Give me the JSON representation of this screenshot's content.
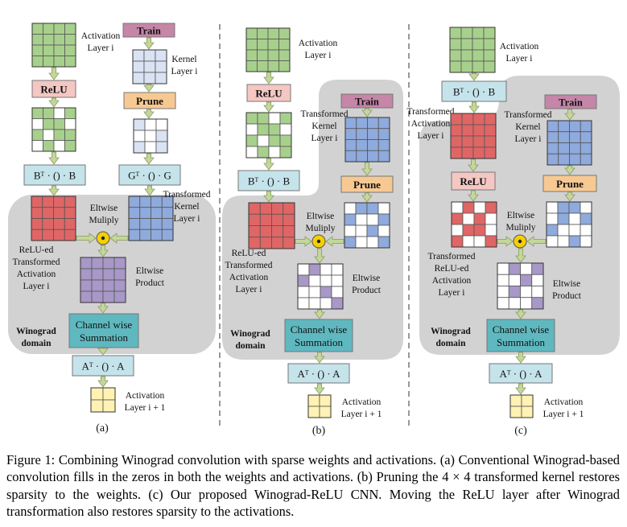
{
  "labels": {
    "activation_layer_i": [
      "Activation",
      "Layer i"
    ],
    "kernel_layer_i": [
      "Kernel",
      "Layer i"
    ],
    "transformed_kernel": [
      "Transformed",
      "Kernel",
      "Layer i"
    ],
    "relu": "ReLU",
    "train": "Train",
    "prune": "Prune",
    "b_transform": "Bᵀ · () · B",
    "g_transform": "Gᵀ · () · G",
    "a_transform": "Aᵀ · () · A",
    "eltwise_multiply": [
      "Eltwise",
      "Muliply"
    ],
    "eltwise_product": [
      "Eltwise",
      "Product"
    ],
    "relu_ed_transformed": [
      "ReLU-ed",
      "Transformed",
      "Activation",
      "Layer i"
    ],
    "transformed_relu_ed": [
      "Transformed",
      "ReLU-ed",
      "Activation",
      "Layer i"
    ],
    "transformed_activation": [
      "Transformed",
      "Activation",
      "Layer i"
    ],
    "channel_wise": [
      "Channel wise",
      "Summation"
    ],
    "winograd_domain": [
      "Winograd",
      "domain"
    ],
    "activation_layer_next": [
      "Activation",
      "Layer i + 1"
    ]
  },
  "panels": [
    "(a)",
    "(b)",
    "(c)"
  ],
  "caption": "Figure 1: Combining Winograd convolution with sparse weights and activations. (a) Conventional Winograd-based convolution fills in the zeros in both the weights and activations. (b) Pruning the 4 × 4 transformed kernel restores sparsity to the weights. (c) Our proposed Winograd-ReLU CNN. Moving the ReLU layer after Winograd transformation also restores sparsity to the activations.",
  "colors": {
    "green": "#a8d08d",
    "light_blue": "#dae3f3",
    "blue": "#8faadc",
    "red": "#e06666",
    "purple": "#a898c8",
    "teal": "#5fb8bf",
    "transform_box": "#c5e3ea",
    "relu_box": "#f4c7c3",
    "train_box": "#c586a8",
    "prune_box": "#f7c992",
    "yellow": "#fff2b3",
    "domain": "#d2d2d2",
    "arrow": "#c4d79b"
  }
}
